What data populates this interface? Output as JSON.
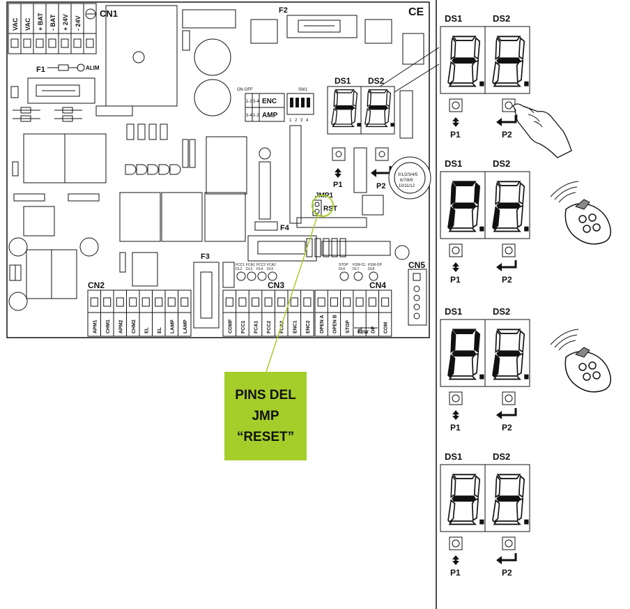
{
  "board": {
    "connectors": {
      "cn1": "CN1",
      "cn2": "CN2",
      "cn3": "CN3",
      "cn4": "CN4",
      "cn5": "CN5",
      "cn1_pins": [
        "VAC",
        "VAC",
        "+ BAT",
        "- BAT",
        "+ 24V",
        "- 24V"
      ],
      "cn2_pins": [
        "APM1",
        "CHM1",
        "APM2",
        "CHM2",
        "EL",
        "EL",
        "LAMP",
        "LAMP"
      ],
      "cn3_pins": [
        "COMF",
        "FCC1",
        "FCA1",
        "FCC2",
        "FCA2",
        "ENC1",
        "ENC2"
      ],
      "cn4_pins": [
        "OPEN A",
        "OPEN B",
        "STOP",
        "CL",
        "OP",
        "COM"
      ],
      "fsw": "FSW"
    },
    "fuses": {
      "f1": "F1",
      "f2": "F2",
      "f3": "F3",
      "f4": "F4"
    },
    "alim": "ALIM",
    "ce": "CE",
    "dip": {
      "on_off": "ON OFF",
      "sw1": "SW1",
      "row1_left": "1-2",
      "row1_mid": "3-4",
      "row1_label": "ENC",
      "row2_left": "3-4",
      "row2_mid": "1-2",
      "row2_label": "AMP",
      "nums": [
        "1",
        "2",
        "3",
        "4"
      ]
    },
    "display": {
      "ds1": "DS1",
      "ds2": "DS2"
    },
    "buttons": {
      "p1": "P1",
      "p2": "P2"
    },
    "jumper": {
      "jmp1": "JMP1",
      "rst": "RST"
    },
    "dial": {
      "line1": "0/1/2/3/4/5",
      "line2": "6/7/8/9",
      "line3": "10/11/12"
    },
    "leds_cn3": [
      "FCC1 DL2",
      "FCA1 DL3",
      "FCC2 DL4",
      "FCA2 DL5"
    ],
    "leds_cn4": [
      "STOP DL6",
      "FSW-CL DL7",
      "FSW-OP DL8"
    ]
  },
  "callout": {
    "line1": "PINS DEL",
    "line2": "JMP",
    "line3": "“RESET”"
  },
  "steps": [
    {
      "ds1": "DS1",
      "ds2": "DS2",
      "p1": "P1",
      "p2": "P2",
      "digit1": "dash",
      "digit2": "dash",
      "press": "p2"
    },
    {
      "ds1": "DS1",
      "ds2": "DS2",
      "p1": "P1",
      "p2": "P2",
      "digit1": "P",
      "digit2": "r",
      "remote": true
    },
    {
      "ds1": "DS1",
      "ds2": "DS2",
      "p1": "P1",
      "p2": "P2",
      "digit1": "P",
      "digit2": "r",
      "remote": true
    },
    {
      "ds1": "DS1",
      "ds2": "DS2",
      "p1": "P1",
      "p2": "P2",
      "digit1": "dash",
      "digit2": "dash"
    }
  ],
  "colors": {
    "callout_bg": "#a5ce2a",
    "callout_line": "#a5ce2a",
    "ink": "#111111"
  }
}
